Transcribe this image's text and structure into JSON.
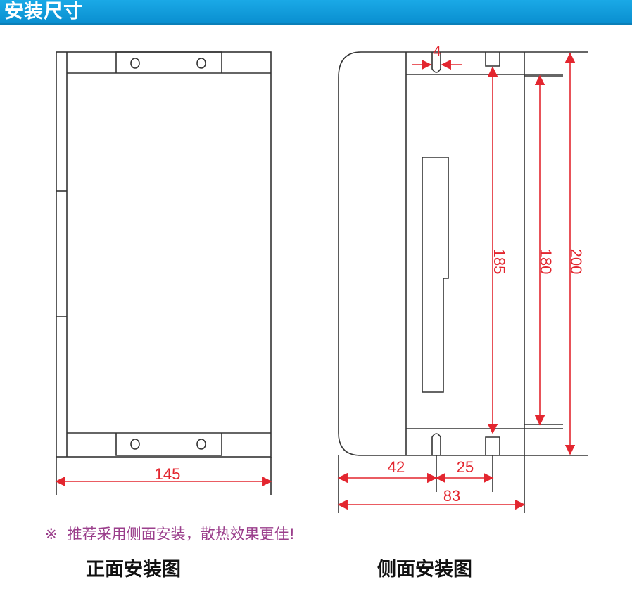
{
  "header": {
    "title": "安装尺寸"
  },
  "dimensions": {
    "front_width": "145",
    "slot_width": "4",
    "height_185": "185",
    "height_180": "180",
    "height_200": "200",
    "offset_42": "42",
    "offset_25": "25",
    "depth_83": "83"
  },
  "note": {
    "mark": "※",
    "text": "推荐采用侧面安装，散热效果更佳!"
  },
  "captions": {
    "front": "正面安装图",
    "side": "侧面安装图"
  },
  "colors": {
    "header": "#0a8fd0",
    "dimension": "#e3262f",
    "note": "#9b3f8c",
    "outline": "#333333"
  }
}
